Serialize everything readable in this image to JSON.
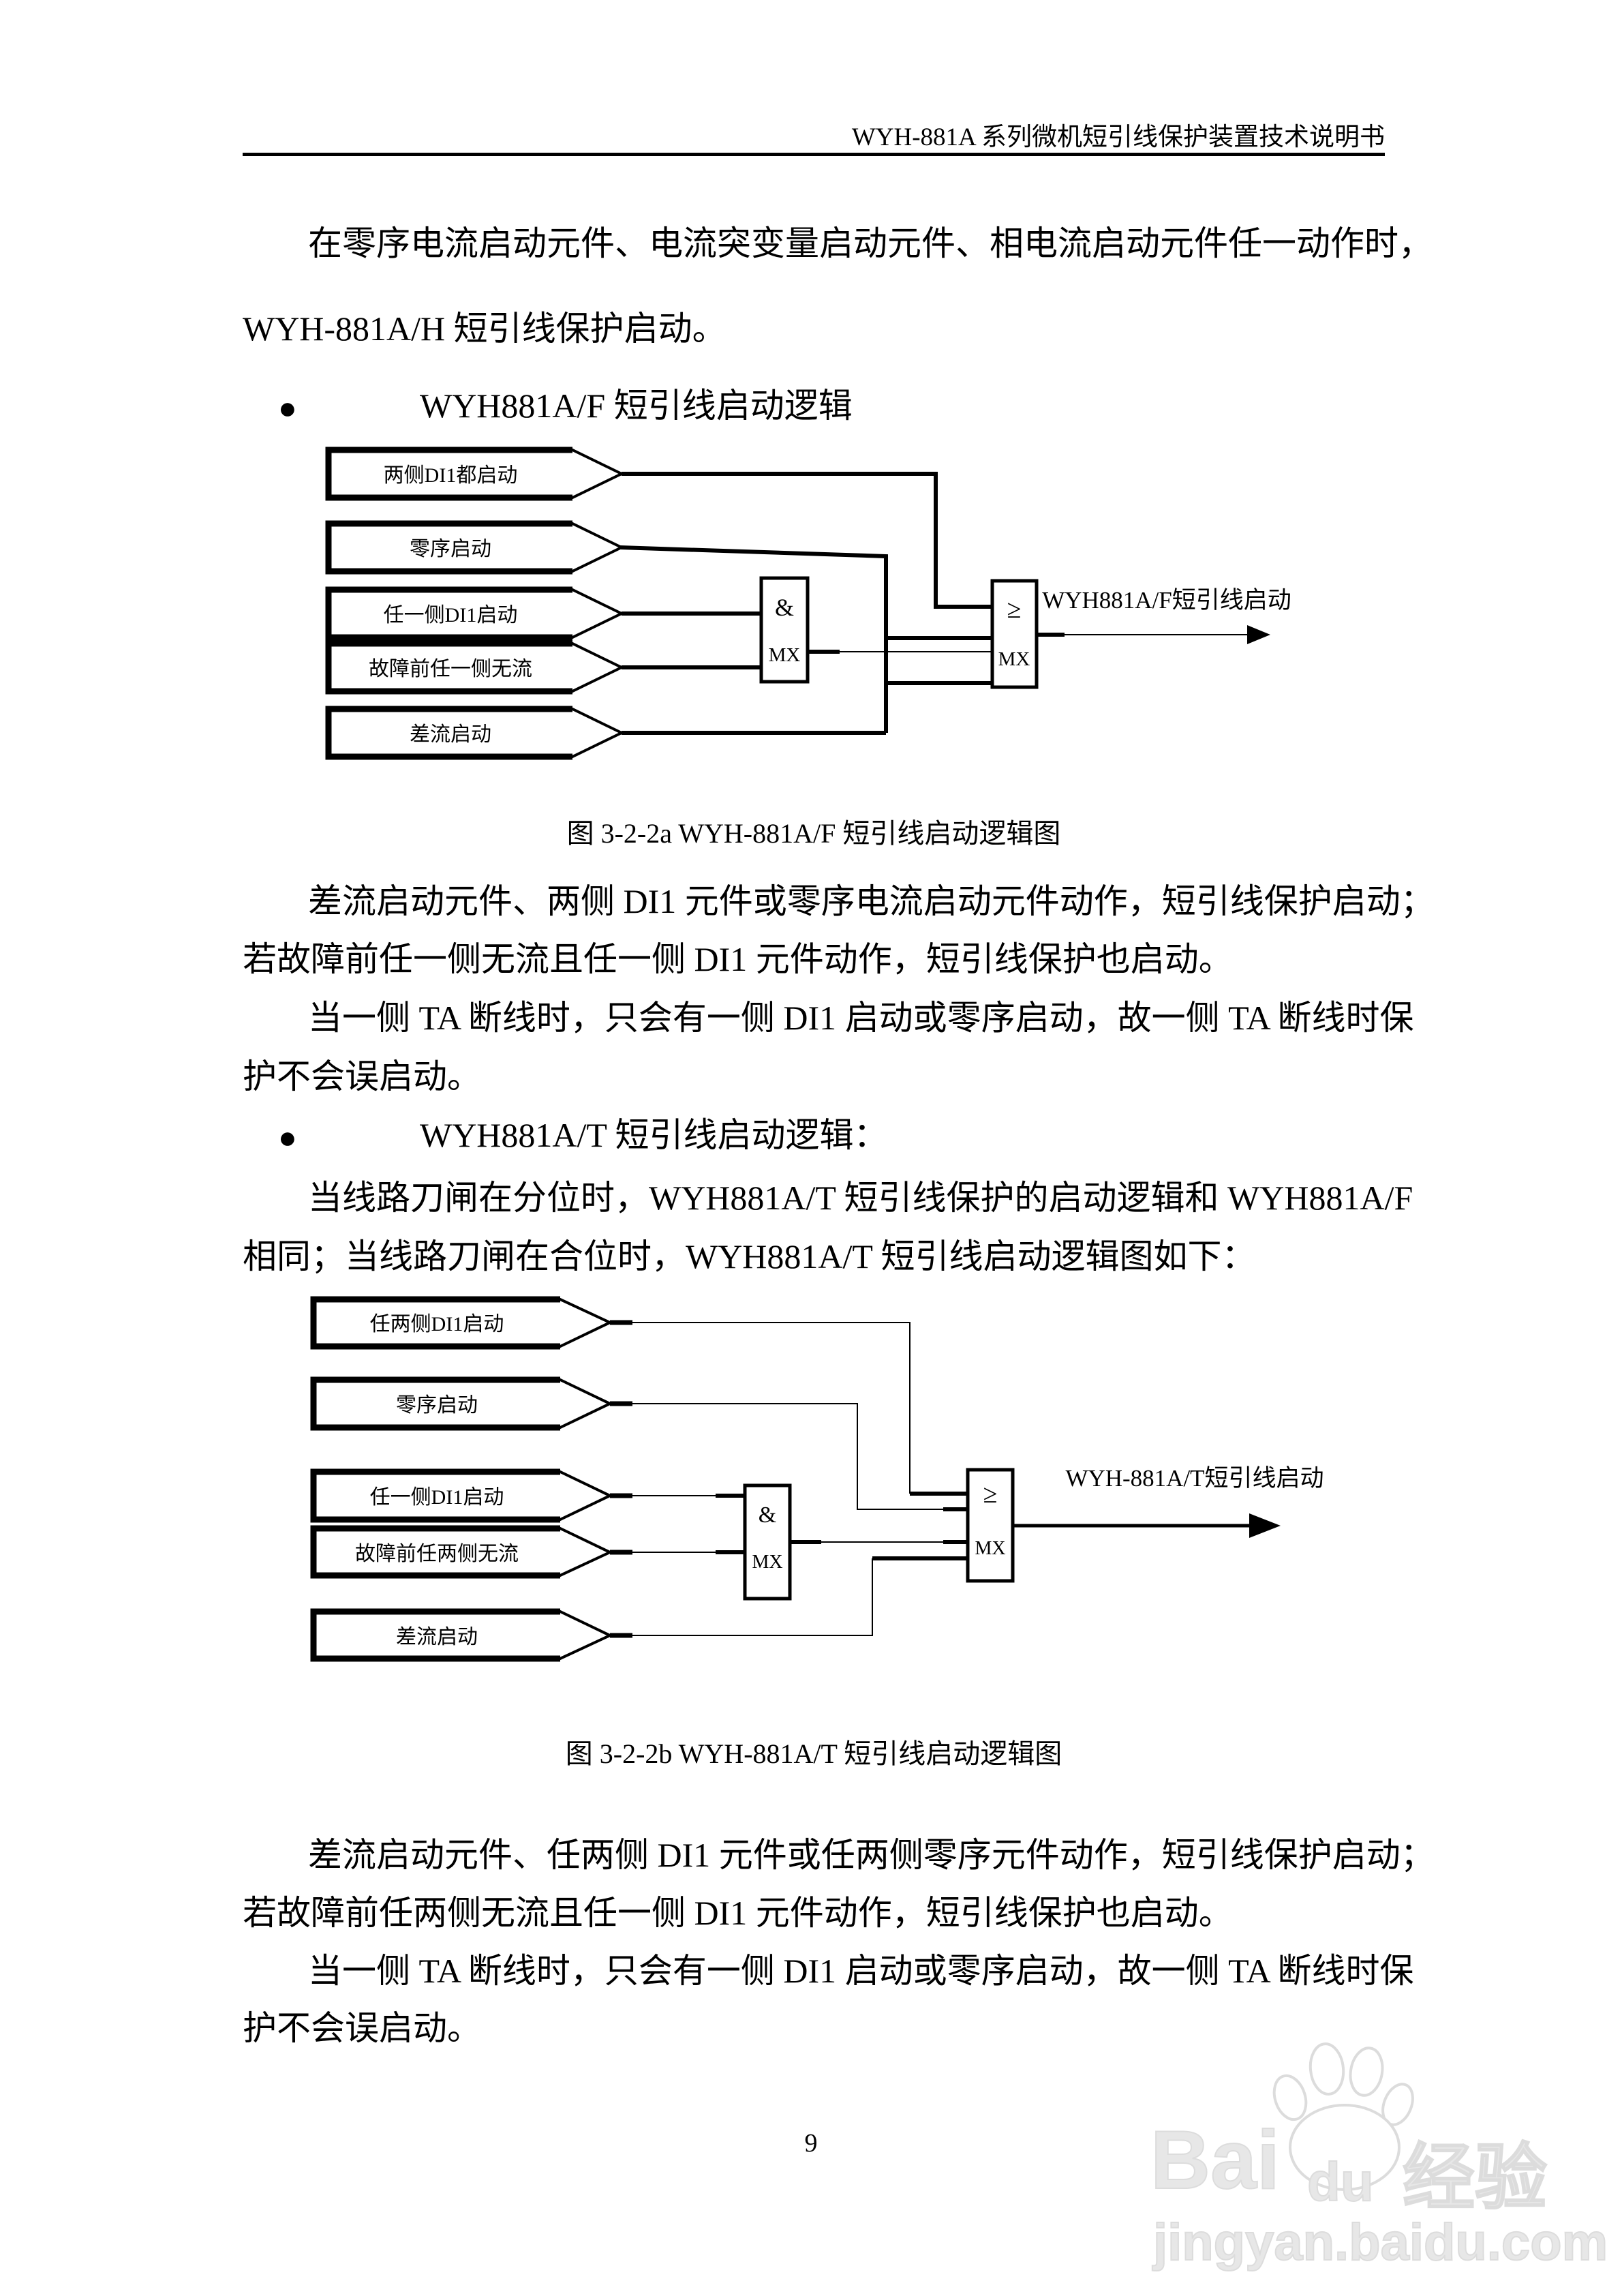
{
  "header": {
    "title": "WYH-881A 系列微机短引线保护装置技术说明书"
  },
  "body": {
    "p1": [
      "在零序电流启动元件、电流突变量启动元件、相电流启动元件任一动作时，",
      "WYH-881A/H 短引线保护启动。"
    ],
    "bullet_char": "●",
    "bullet1": "WYH881A/F 短引线启动逻辑",
    "fig1_caption": "图 3-2-2a WYH-881A/F 短引线启动逻辑图",
    "p2": [
      "差流启动元件、两侧 DI1 元件或零序电流启动元件动作，短引线保护启动；",
      "若故障前任一侧无流且任一侧 DI1 元件动作，短引线保护也启动。"
    ],
    "p3": [
      "当一侧 TA 断线时，只会有一侧 DI1 启动或零序启动，故一侧 TA 断线时保",
      "护不会误启动。"
    ],
    "bullet2": "WYH881A/T 短引线启动逻辑：",
    "p4": [
      "当线路刀闸在分位时，WYH881A/T 短引线保护的启动逻辑和 WYH881A/F",
      "相同；当线路刀闸在合位时，WYH881A/T 短引线启动逻辑图如下："
    ],
    "fig2_caption": "图 3-2-2b WYH-881A/T 短引线启动逻辑图",
    "p5": [
      "差流启动元件、任两侧 DI1 元件或任两侧零序元件动作，短引线保护启动；",
      "若故障前任两侧无流且任一侧 DI1 元件动作，短引线保护也启动。"
    ],
    "p6": [
      "当一侧 TA 断线时，只会有一侧 DI1 启动或零序启动，故一侧 TA 断线时保",
      "护不会误启动。"
    ]
  },
  "figure1": {
    "inputs": [
      "两侧DI1都启动",
      "零序启动",
      "任一侧DI1启动",
      "故障前任一侧无流",
      "差流启动"
    ],
    "and_gate": {
      "symbol": "&",
      "label": "MX"
    },
    "or_gate": {
      "symbol": "≥",
      "label": "MX"
    },
    "output": "WYH881A/F短引线启动"
  },
  "figure2": {
    "inputs": [
      "任两侧DI1启动",
      "零序启动",
      "任一侧DI1启动",
      "故障前任两侧无流",
      "差流启动"
    ],
    "and_gate": {
      "symbol": "&",
      "label": "MX"
    },
    "or_gate": {
      "symbol": "≥",
      "label": "MX"
    },
    "output": "WYH-881A/T短引线启动"
  },
  "footer": {
    "page_number": "9"
  },
  "watermark": {
    "brand_latin": "Bai",
    "brand_du": "du",
    "brand_cn": "经验",
    "url": "jingyan.baidu.com"
  },
  "colors": {
    "text": "#000000",
    "line": "#000000",
    "background": "#ffffff",
    "watermark": "#e7e7e7"
  }
}
